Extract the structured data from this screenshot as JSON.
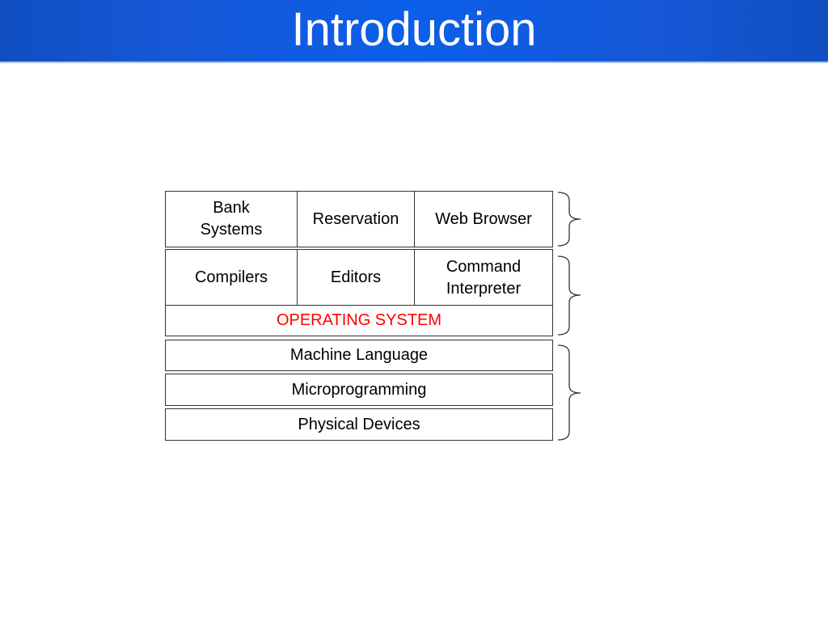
{
  "header": {
    "title": "Introduction"
  },
  "diagram": {
    "applications_row": [
      "Bank\nSystems",
      "Reservation",
      "Web Browser"
    ],
    "system_programs_row": [
      "Compilers",
      "Editors",
      "Command\nInterpreter"
    ],
    "operating_system": "OPERATING SYSTEM",
    "machine_language": "Machine Language",
    "microprogramming": "Microprogramming",
    "physical_devices": "Physical Devices"
  },
  "colors": {
    "title_bar": "#0b5fe8",
    "os_text": "#ff0000",
    "border": "#333333"
  }
}
